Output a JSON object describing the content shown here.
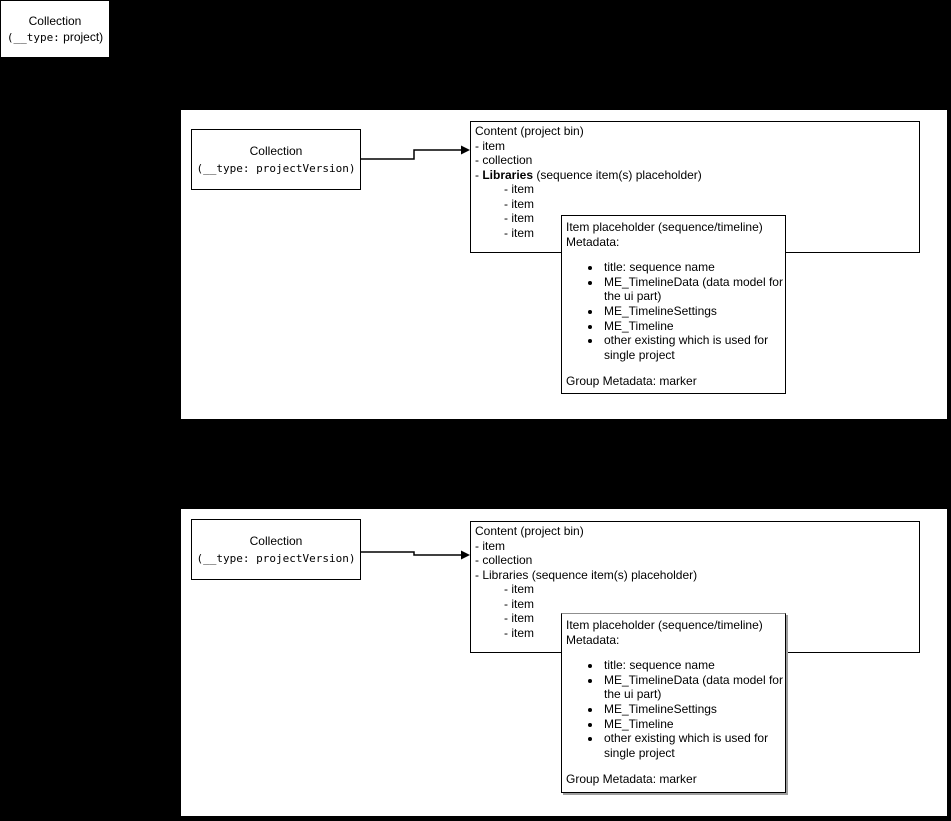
{
  "colors": {
    "background": "#000000",
    "panel": "#ffffff",
    "stroke": "#000000",
    "shadow": "#9e9e9e"
  },
  "root_box": {
    "title": "Collection",
    "type_prefix": "(__type:",
    "type_value": "project)"
  },
  "panels": [
    {
      "collection": {
        "title": "Collection",
        "type_prefix": "(__type:",
        "type_value": "projectVersion)"
      },
      "content": {
        "title": "Content (project bin)",
        "item1": "- item",
        "item2": "- collection",
        "lib_dash": "- ",
        "lib_name": "Libraries",
        "lib_rest": " (sequence item(s) placeholder)",
        "sub_items": [
          "- item",
          "- item",
          "- item",
          "- item"
        ]
      },
      "placeholder": {
        "title": "Item placeholder (sequence/timeline)",
        "subtitle": "Metadata:",
        "bullets": [
          "title: sequence name",
          "ME_TimelineData (data model for the ui part)",
          "ME_TimelineSettings",
          "ME_Timeline",
          "other existing which is used for single project"
        ],
        "footer": "Group Metadata: marker"
      }
    },
    {
      "collection": {
        "title": "Collection",
        "type_prefix": "(__type:",
        "type_value": "projectVersion)"
      },
      "content": {
        "title": "Content (project bin)",
        "item1": "- item",
        "item2": "- collection",
        "lib_dash": "- ",
        "lib_name": "Libraries",
        "lib_rest": " (sequence item(s) placeholder)",
        "sub_items": [
          "- item",
          "- item",
          "- item",
          "- item"
        ]
      },
      "placeholder": {
        "title": "Item placeholder (sequence/timeline)",
        "subtitle": "Metadata:",
        "bullets": [
          "title: sequence name",
          "ME_TimelineData (data model for the ui part)",
          "ME_TimelineSettings",
          "ME_Timeline",
          "other existing which is used for single project"
        ],
        "footer": "Group Metadata: marker"
      }
    }
  ]
}
